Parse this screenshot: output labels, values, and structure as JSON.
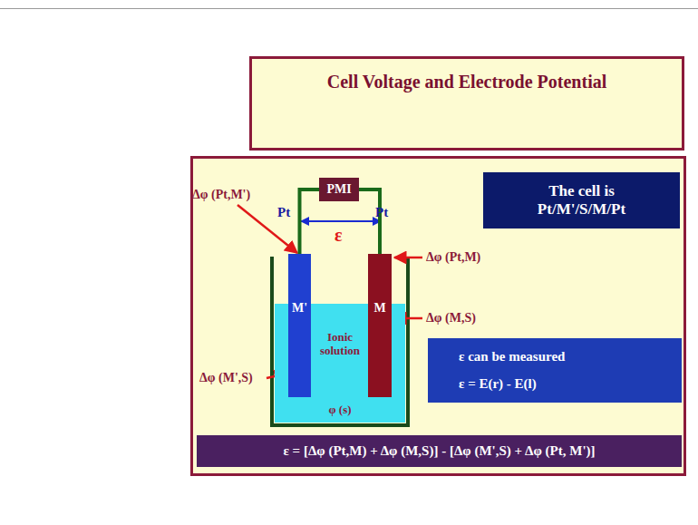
{
  "diagram": {
    "title": "Cell Voltage and Electrode Potential",
    "nodes": [
      {
        "text": [
          "PMI"
        ]
      },
      {
        "text": [
          "The cell is",
          "Pt/M'/S/M/Pt"
        ]
      },
      {
        "text": [
          "M'"
        ]
      },
      {
        "text": [
          "Ionic solution",
          "φ (s)"
        ]
      },
      {
        "text": [
          "M"
        ]
      },
      {
        "text": [
          "ε can be measured",
          "ε = E(r) - E(l)"
        ]
      },
      {
        "text": [
          "ε = [Δφ (Pt,M) + Δφ (M,S)] - [Δφ (M',S) + Δφ (Pt, M')]"
        ]
      }
    ],
    "edges": [
      {
        "from": 2,
        "to": 0,
        "arrow": "none"
      },
      {
        "from": 0,
        "to": 4,
        "arrow": "none"
      }
    ],
    "labels": [
      "Pt",
      "Pt",
      "ε",
      "Δφ (Pt,M')",
      "Δφ (M',S)",
      "Δφ (Pt,M)",
      "Δφ (M,S)"
    ]
  }
}
